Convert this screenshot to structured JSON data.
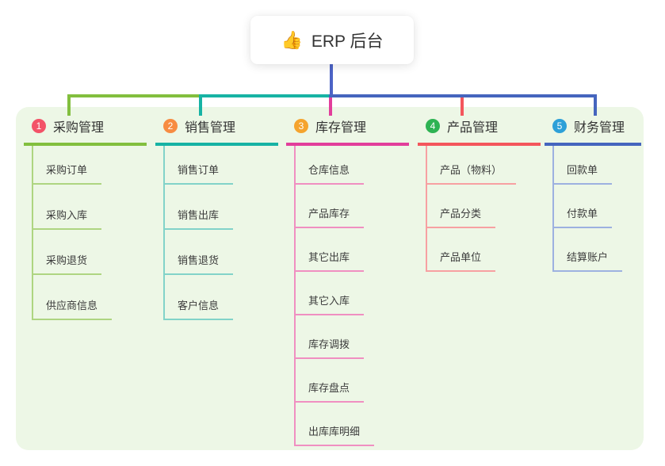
{
  "root": {
    "icon": "thumbs-up-icon",
    "icon_glyph": "👍",
    "label": "ERP 后台"
  },
  "colors": {
    "page_bg": "#ffffff",
    "panel_bg": "#edf7e6",
    "card_bg": "#ffffff",
    "stem": "#4c63c6",
    "text_primary": "#333333",
    "text_child": "#3c3c3c"
  },
  "branches": [
    {
      "badge": "1",
      "title": "采购管理",
      "color": "#82bf3e",
      "child_color": "#aed581",
      "badge_color": "#f35368",
      "children": [
        "采购订单",
        "采购入库",
        "采购退货",
        "供应商信息"
      ]
    },
    {
      "badge": "2",
      "title": "销售管理",
      "color": "#17b3a4",
      "child_color": "#82d3c9",
      "badge_color": "#f78c42",
      "children": [
        "销售订单",
        "销售出库",
        "销售退货",
        "客户信息"
      ]
    },
    {
      "badge": "3",
      "title": "库存管理",
      "color": "#e23e9b",
      "child_color": "#f08fc1",
      "badge_color": "#f5a42e",
      "children": [
        "仓库信息",
        "产品库存",
        "其它出库",
        "其它入库",
        "库存调拨",
        "库存盘点",
        "出库库明细"
      ]
    },
    {
      "badge": "4",
      "title": "产品管理",
      "color": "#f4565c",
      "child_color": "#f7a0a2",
      "badge_color": "#2eb353",
      "children": [
        "产品（物料）",
        "产品分类",
        "产品单位"
      ]
    },
    {
      "badge": "5",
      "title": "财务管理",
      "color": "#4565be",
      "child_color": "#9db1e0",
      "badge_color": "#2da0d8",
      "children": [
        "回款单",
        "付款单",
        "结算账户"
      ]
    }
  ]
}
